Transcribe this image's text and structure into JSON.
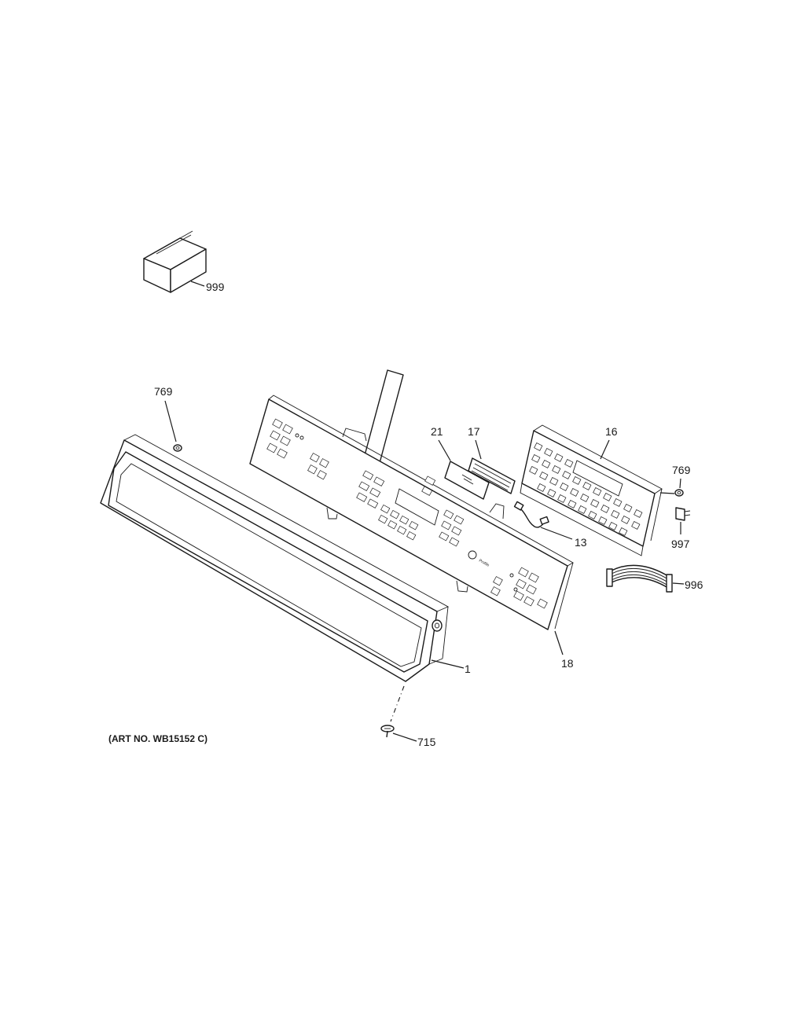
{
  "callouts": {
    "kit": "999",
    "plug_left": "769",
    "lens": "21",
    "display_window": "17",
    "control_board": "16",
    "plug_right": "769",
    "switch": "997",
    "wire_harness": "13",
    "ribbon_cable": "996",
    "control_panel": "18",
    "end_cap": "1",
    "screw": "715"
  },
  "caption": "(ART NO. WB15152 C)",
  "panel_brand": "Profile"
}
